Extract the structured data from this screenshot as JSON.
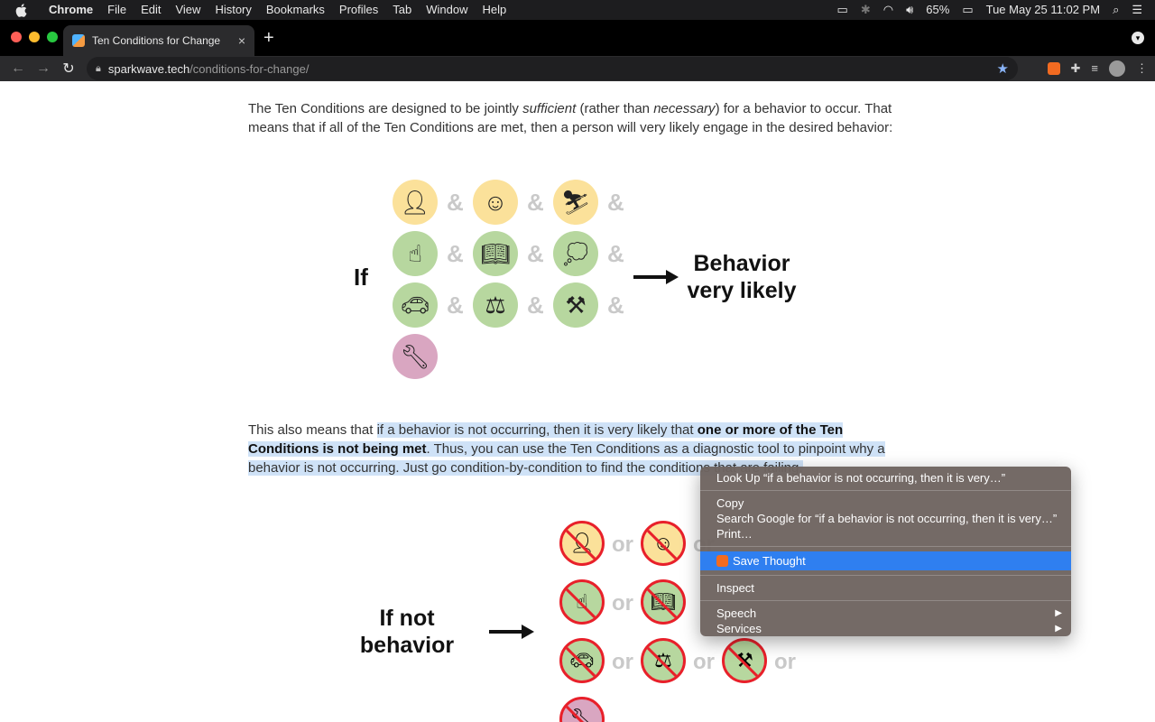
{
  "menubar": {
    "app": "Chrome",
    "items": [
      "File",
      "Edit",
      "View",
      "History",
      "Bookmarks",
      "Profiles",
      "Tab",
      "Window",
      "Help"
    ],
    "battery": "65%",
    "datetime": "Tue May 25  11:02 PM"
  },
  "tab": {
    "title": "Ten Conditions for Change",
    "close": "×",
    "new_tab": "+"
  },
  "address": {
    "host": "sparkwave.tech",
    "path": "/conditions-for-change/"
  },
  "content": {
    "para1_a": "The Ten Conditions are designed to be jointly ",
    "para1_em1": "sufficient",
    "para1_b": " (rather than ",
    "para1_em2": "necessary",
    "para1_c": ") for a behavior to occur. That means that if all of the Ten Conditions are met, then a person will very likely engage in the desired behavior:",
    "diagram1": {
      "if_label": "If",
      "result_line1": "Behavior",
      "result_line2": "very likely",
      "amp": "&"
    },
    "para2_a": "This also means that ",
    "para2_sel1": "if a behavior is not occurring, then it is very likely that ",
    "para2_bold": "one or more of the Ten Conditions is not being met",
    "para2_sel2": ". Thus, you can use the Ten Conditions as a diagnostic tool to pinpoint why a behavior is not occurring. Just go condition-by-condition to find the conditions that are failing.",
    "diagram2": {
      "line1": "If not",
      "line2": "behavior",
      "or": "or"
    }
  },
  "context_menu": {
    "lookup": "Look Up “if a behavior is not occurring, then it is very…”",
    "copy": "Copy",
    "search": "Search Google for “if a behavior is not occurring, then it is very…”",
    "print": "Print…",
    "save_thought": "Save Thought",
    "inspect": "Inspect",
    "speech": "Speech",
    "services": "Services"
  }
}
